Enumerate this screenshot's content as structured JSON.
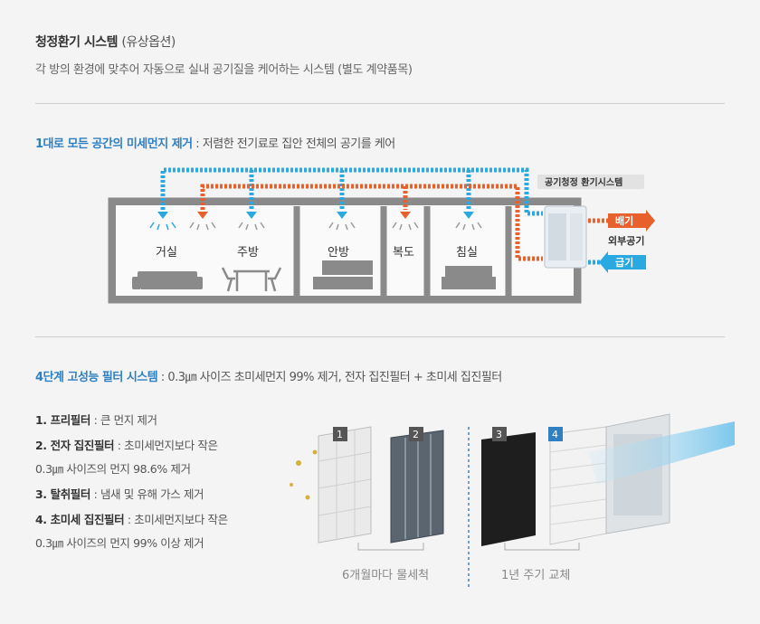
{
  "header": {
    "title": "청정환기 시스템",
    "title_option": "(유상옵션)",
    "subtitle": "각 방의 환경에 맞추어 자동으로 실내 공기질을 케어하는 시스템 (별도 계약품목)"
  },
  "section1": {
    "highlight": "1대로 모든 공간의 미세먼지 제거",
    "rest": " : 저렴한 전기료로 집안 전체의 공기를 케어",
    "system_label": "공기청정 환기시스템",
    "rooms": [
      "거실",
      "주방",
      "안방",
      "복도",
      "침실"
    ],
    "exhaust_label": "배기",
    "outside_air_label": "외부공기",
    "supply_label": "급기"
  },
  "section2": {
    "highlight": "4단계 고성능 필터 시스템",
    "rest": " : 0.3㎛ 사이즈 초미세먼지 99% 제거, 전자 집진필터 + 초미세 집진필터",
    "filters": [
      {
        "name": "1. 프리필터",
        "desc": " : 큰 먼지 제거",
        "desc2": ""
      },
      {
        "name": "2. 전자 집진필터",
        "desc": " : 초미세먼지보다 작은",
        "desc2": "0.3㎛ 사이즈의 먼지 98.6% 제거"
      },
      {
        "name": "3. 탈취필터",
        "desc": " : 냄새 및 유해 가스 제거",
        "desc2": ""
      },
      {
        "name": "4. 초미세 집진필터",
        "desc": " : 초미세먼지보다 작은",
        "desc2": "0.3㎛ 사이즈의 먼지 99% 이상 제거"
      }
    ],
    "badges": [
      "1",
      "2",
      "3",
      "4"
    ],
    "caption_wash": "6개월마다 물세척",
    "caption_replace": "1년 주기 교체"
  },
  "colors": {
    "accent_blue": "#2f7fc1",
    "supply_blue": "#2aa8e0",
    "exhaust_orange": "#e8602c",
    "wall": "#8a8a8a"
  }
}
